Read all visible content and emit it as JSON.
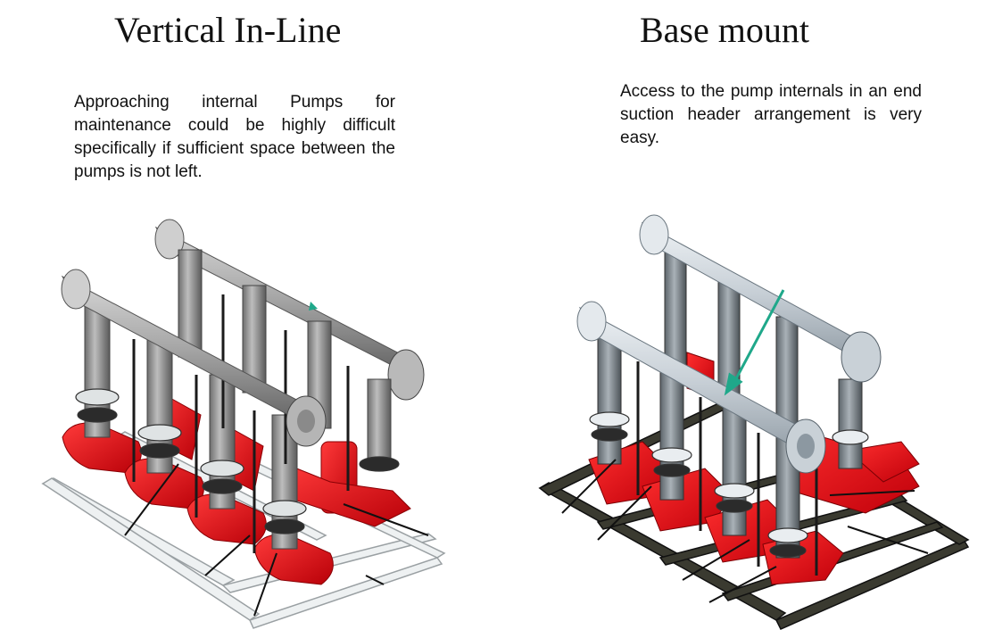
{
  "left": {
    "title": "Vertical In-Line",
    "description": "Approaching internal Pumps for maintenance could be highly difficult specifically if sufficient space between the pumps is not left."
  },
  "right": {
    "title": "Base mount",
    "description": "Access to the pump internals in an end suction header arrangement is very easy."
  },
  "colors": {
    "pump_red": "#e8141a",
    "header_grey": "#9a9a9a",
    "header_light_blue": "#cfd6dc",
    "frame_white": "#e6eaec",
    "frame_dark": "#2a2a22",
    "arrow_teal": "#1fa88a"
  },
  "figures": {
    "left_image": "vertical-inline-pump-skid",
    "right_image": "base-mount-pump-skid"
  }
}
